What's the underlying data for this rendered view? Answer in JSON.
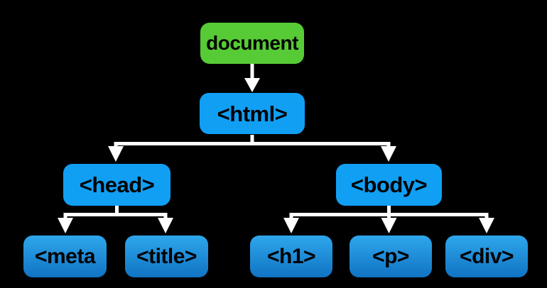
{
  "colors": {
    "background": "#000000",
    "document_fill": "#57CB35",
    "element_fill": "#119FF4",
    "leaf_fill_top": "#2EA7EC",
    "leaf_fill_bottom": "#1173C4",
    "node_text": "#000000",
    "connector": "#FFFFFF"
  },
  "nodes": {
    "document": {
      "label": "document"
    },
    "html": {
      "label": "<html>"
    },
    "head": {
      "label": "<head>"
    },
    "body": {
      "label": "<body>"
    },
    "meta": {
      "label": "<meta"
    },
    "title": {
      "label": "<title>"
    },
    "h1": {
      "label": "<h1>"
    },
    "p": {
      "label": "<p>"
    },
    "div": {
      "label": "<div>"
    }
  },
  "edges": [
    {
      "from": "document",
      "to": "html"
    },
    {
      "from": "html",
      "to": "head"
    },
    {
      "from": "html",
      "to": "body"
    },
    {
      "from": "head",
      "to": "meta"
    },
    {
      "from": "head",
      "to": "title"
    },
    {
      "from": "body",
      "to": "h1"
    },
    {
      "from": "body",
      "to": "p"
    },
    {
      "from": "body",
      "to": "div"
    }
  ]
}
